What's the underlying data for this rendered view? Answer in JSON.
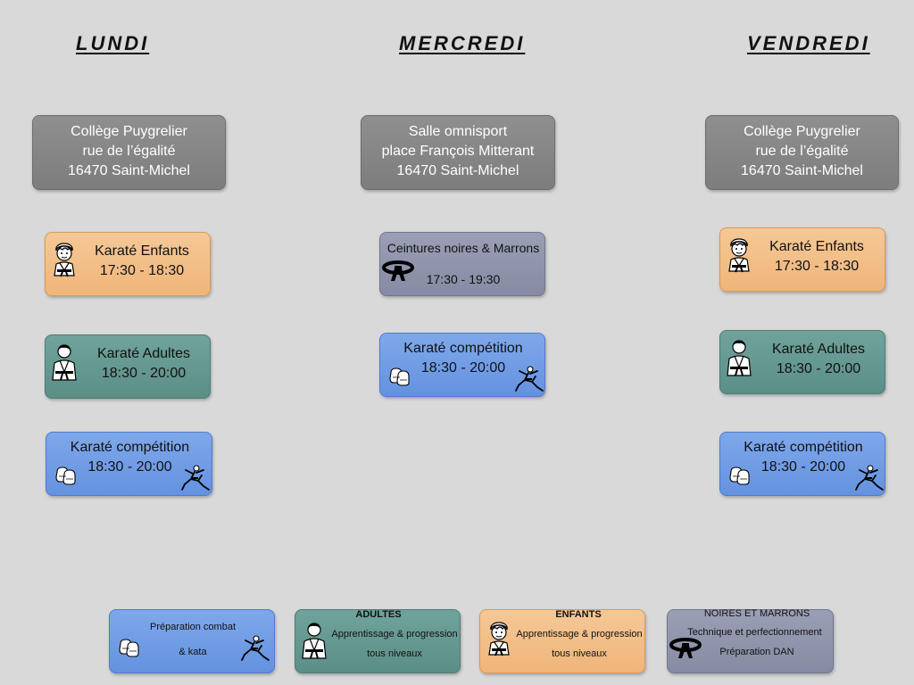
{
  "days": {
    "lundi": {
      "title": "LUNDI",
      "venue": [
        "Collège Puygrelier",
        "rue de l’égalité",
        "16470 Saint-Michel"
      ],
      "enfants": {
        "label": "Karaté Enfants",
        "time": "17:30 - 18:30"
      },
      "adultes": {
        "label": "Karaté Adultes",
        "time": "18:30 - 20:00"
      },
      "competition": {
        "label": "Karaté compétition",
        "time": "18:30 - 20:00"
      }
    },
    "mercredi": {
      "title": "MERCREDI",
      "venue": [
        "Salle omnisport",
        "place François Mitterant",
        "16470 Saint-Michel"
      ],
      "noires": {
        "label": "Ceintures noires & Marrons",
        "time": "17:30 - 19:30"
      },
      "competition": {
        "label": "Karaté compétition",
        "time": "18:30 - 20:00"
      }
    },
    "vendredi": {
      "title": "VENDREDI",
      "venue": [
        "Collège Puygrelier",
        "rue de l’égalité",
        "16470 Saint-Michel"
      ],
      "enfants": {
        "label": "Karaté Enfants",
        "time": "17:30 - 18:30"
      },
      "adultes": {
        "label": "Karaté Adultes",
        "time": "18:30 - 20:00"
      },
      "competition": {
        "label": "Karaté compétition",
        "time": "18:30 - 20:00"
      }
    }
  },
  "legend": {
    "competition": {
      "line1": "Préparation combat",
      "line2": "& kata"
    },
    "adultes": {
      "title": "ADULTES",
      "line1": "Apprentissage & progression",
      "line2": "tous niveaux"
    },
    "enfants": {
      "title": "ENFANTS",
      "line1": "Apprentissage & progression",
      "line2": "tous niveaux"
    },
    "noires": {
      "title": "NOIRES ET MARRONS",
      "line1": "Technique et perfectionnement",
      "line2": "Préparation DAN"
    }
  },
  "icons": [
    "child-karateka-icon",
    "adult-karateka-icon",
    "boxing-gloves-icon",
    "karate-kick-icon",
    "black-belt-icon"
  ],
  "colors": {
    "background": "#d9d9d9",
    "venue": "#858585",
    "enfants": "#f2be88",
    "adultes": "#64988f",
    "competition": "#6f9de5",
    "noires": "#9095ac"
  }
}
